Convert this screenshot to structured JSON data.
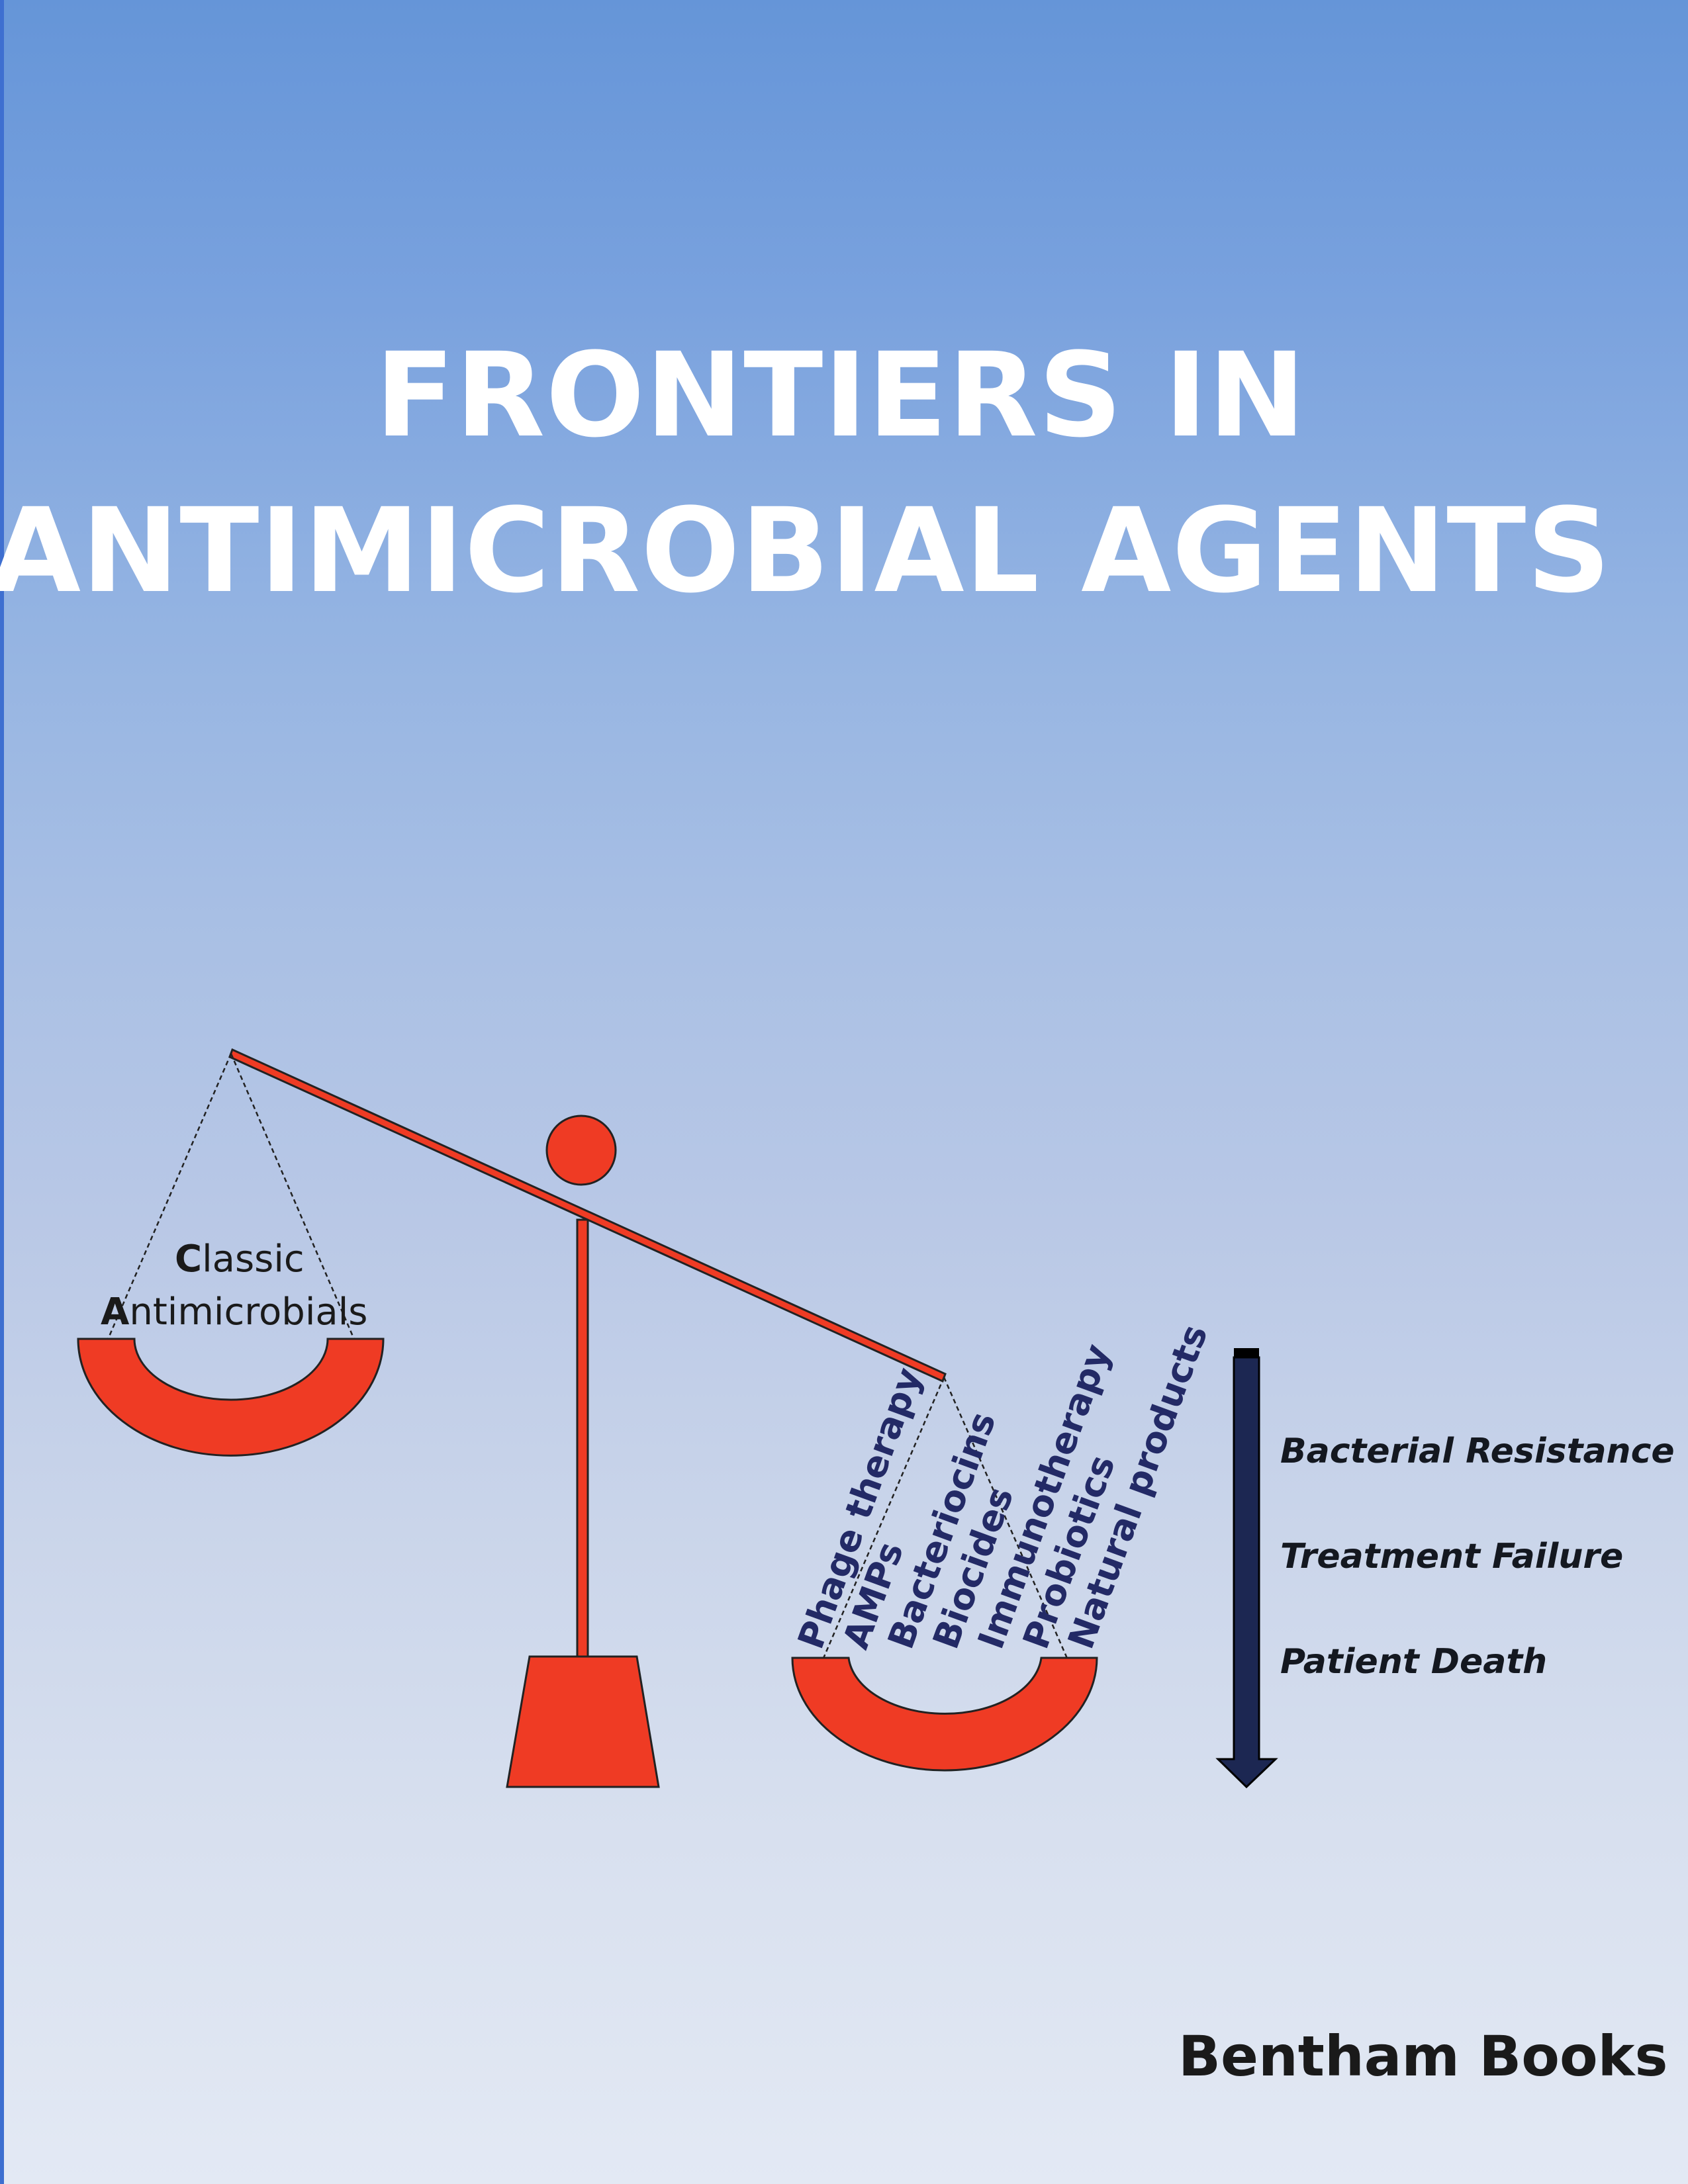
{
  "cover": {
    "title_line1": "FRONTIERS IN",
    "title_line2": "ANTIMICROBIAL AGENTS",
    "publisher": "Bentham Books"
  },
  "scale": {
    "left_pan": {
      "label_line1_initial": "C",
      "label_line1_rest": "lassic",
      "label_line2_initial": "A",
      "label_line2_rest": "ntimicrobials"
    },
    "right_pan_items": [
      "Phage therapy",
      "AMPs",
      "Bacteriocins",
      "Biocides",
      "Immunotherapy",
      "Probiotics",
      "Natural products"
    ]
  },
  "outcomes": [
    "Bacterial Resistance",
    "Treatment Failure",
    "Patient Death"
  ],
  "colors": {
    "scale_red": "#ef3b24",
    "alternatives_navy": "#232a66",
    "arrow_navy": "#1c2752",
    "title_white": "#ffffff"
  }
}
